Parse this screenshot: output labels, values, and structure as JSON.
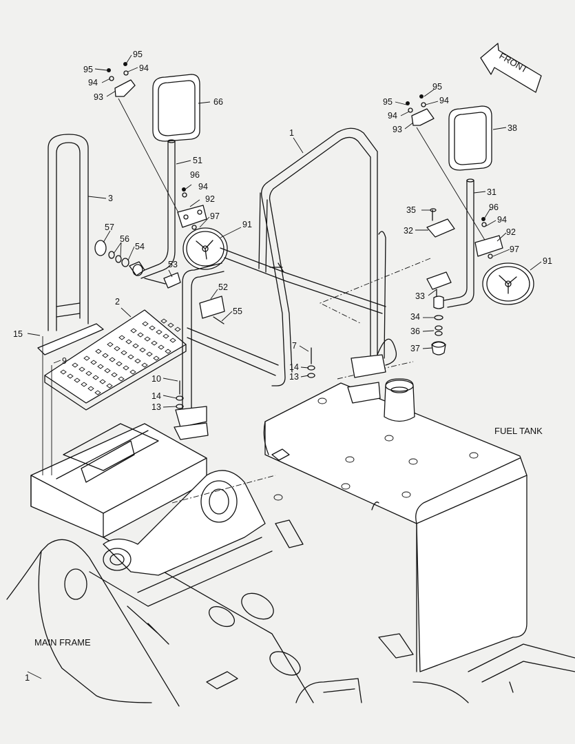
{
  "front_label": "FRONT",
  "area_labels": {
    "fuel_tank": "FUEL TANK",
    "main_frame": "MAIN FRAME"
  },
  "corner_mark": "1",
  "callouts": {
    "c95_l1": "95",
    "c95_l2": "95",
    "c94_l1": "94",
    "c94_l2": "94",
    "c93_l": "93",
    "c66": "66",
    "c51": "51",
    "c96_l": "96",
    "c94_l3": "94",
    "c92_l": "92",
    "c97_l": "97",
    "c91_l": "91",
    "c3": "3",
    "c57": "57",
    "c56": "56",
    "c54": "54",
    "c53": "53",
    "c52": "52",
    "c55": "55",
    "c2": "2",
    "c15": "15",
    "c9": "9",
    "c10": "10",
    "c14_l": "14",
    "c13_l": "13",
    "c1": "1",
    "c7": "7",
    "c14_r": "14",
    "c13_r": "13",
    "c95_r1": "95",
    "c95_r2": "95",
    "c94_r1": "94",
    "c94_r2": "94",
    "c93_r": "93",
    "c38": "38",
    "c31": "31",
    "c35": "35",
    "c32": "32",
    "c96_r": "96",
    "c94_r3": "94",
    "c92_r": "92",
    "c97_r": "97",
    "c91_r": "91",
    "c33": "33",
    "c34": "34",
    "c36": "36",
    "c37": "37"
  }
}
